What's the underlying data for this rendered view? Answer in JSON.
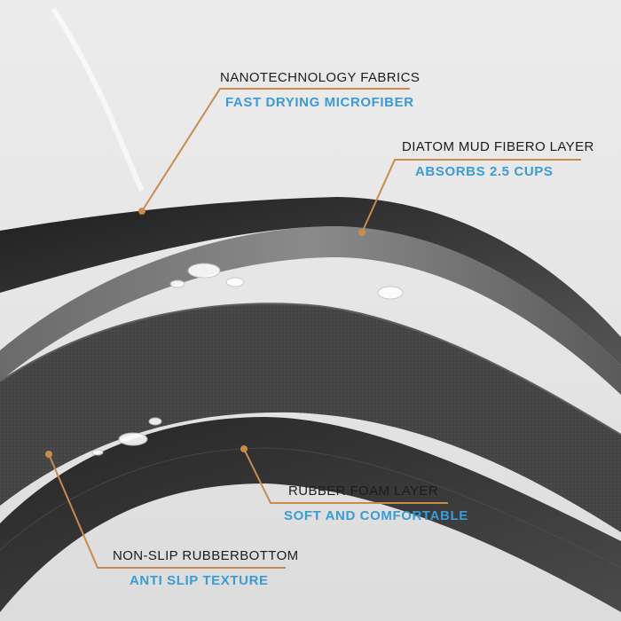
{
  "accent_color": "#c98a4e",
  "highlight_color": "#3a9bd5",
  "callouts": [
    {
      "title": "NANOTECHNOLOGY FABRICS",
      "subtitle": "FAST DRYING MICROFIBER"
    },
    {
      "title": "DIATOM MUD FIBERO LAYER",
      "subtitle": "ABSORBS 2.5 CUPS"
    },
    {
      "title": "RUBBER FOAM LAYER",
      "subtitle": "SOFT AND COMFORTABLE"
    },
    {
      "title": "NON-SLIP RUBBERBOTTOM",
      "subtitle": "ANTI SLIP TEXTURE"
    }
  ]
}
